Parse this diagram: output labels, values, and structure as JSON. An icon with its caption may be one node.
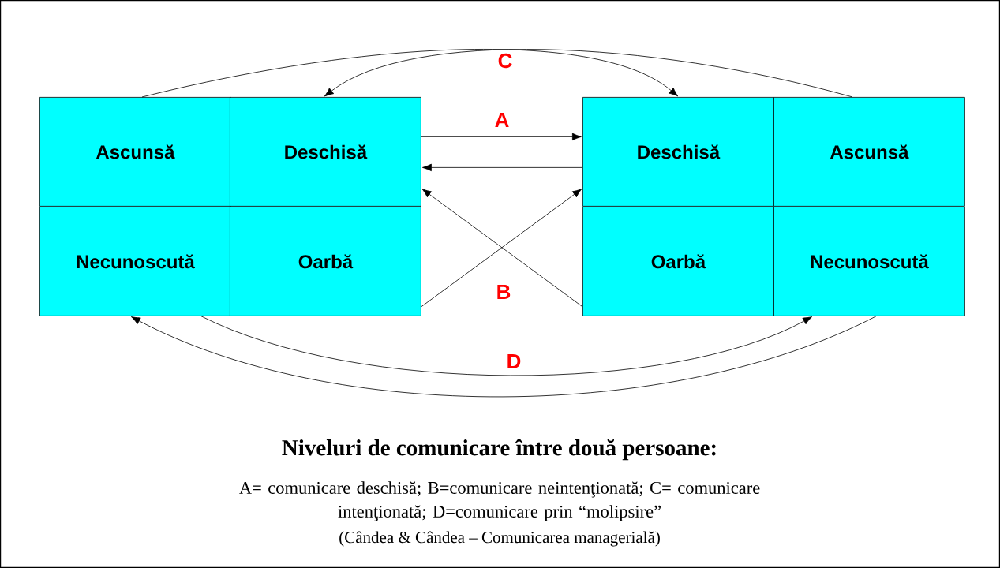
{
  "diagram": {
    "title": "Niveluri de comunicare între două persoane:",
    "caption": "A= comunicare deschisă; B=comunicare neintenţionată; C= comunicare intenţionată; D=comunicare prin “molipsire”",
    "nodes": [
      {
        "text": [
          "Ascunsă"
        ]
      },
      {
        "text": [
          "Deschisă"
        ]
      },
      {
        "text": [
          "Deschisă"
        ]
      },
      {
        "text": [
          "Ascunsă"
        ]
      },
      {
        "text": [
          "Necunoscută"
        ]
      },
      {
        "text": [
          "Oarbă"
        ]
      },
      {
        "text": [
          "Oarbă"
        ]
      },
      {
        "text": [
          "Necunoscută"
        ]
      }
    ],
    "edges": [
      {
        "from": 0,
        "to": 2,
        "arrow": "to"
      },
      {
        "from": 3,
        "to": 1,
        "arrow": "to"
      },
      {
        "from": 1,
        "to": 2,
        "arrow": "to"
      },
      {
        "from": 2,
        "to": 1,
        "arrow": "to"
      },
      {
        "from": 5,
        "to": 2,
        "arrow": "to"
      },
      {
        "from": 6,
        "to": 1,
        "arrow": "to"
      },
      {
        "from": 4,
        "to": 7,
        "arrow": "to"
      },
      {
        "from": 7,
        "to": 4,
        "arrow": "to"
      }
    ],
    "labels": [
      "C",
      "A",
      "B",
      "D",
      "(Cândea & Cândea – Comunicarea managerială)"
    ]
  }
}
